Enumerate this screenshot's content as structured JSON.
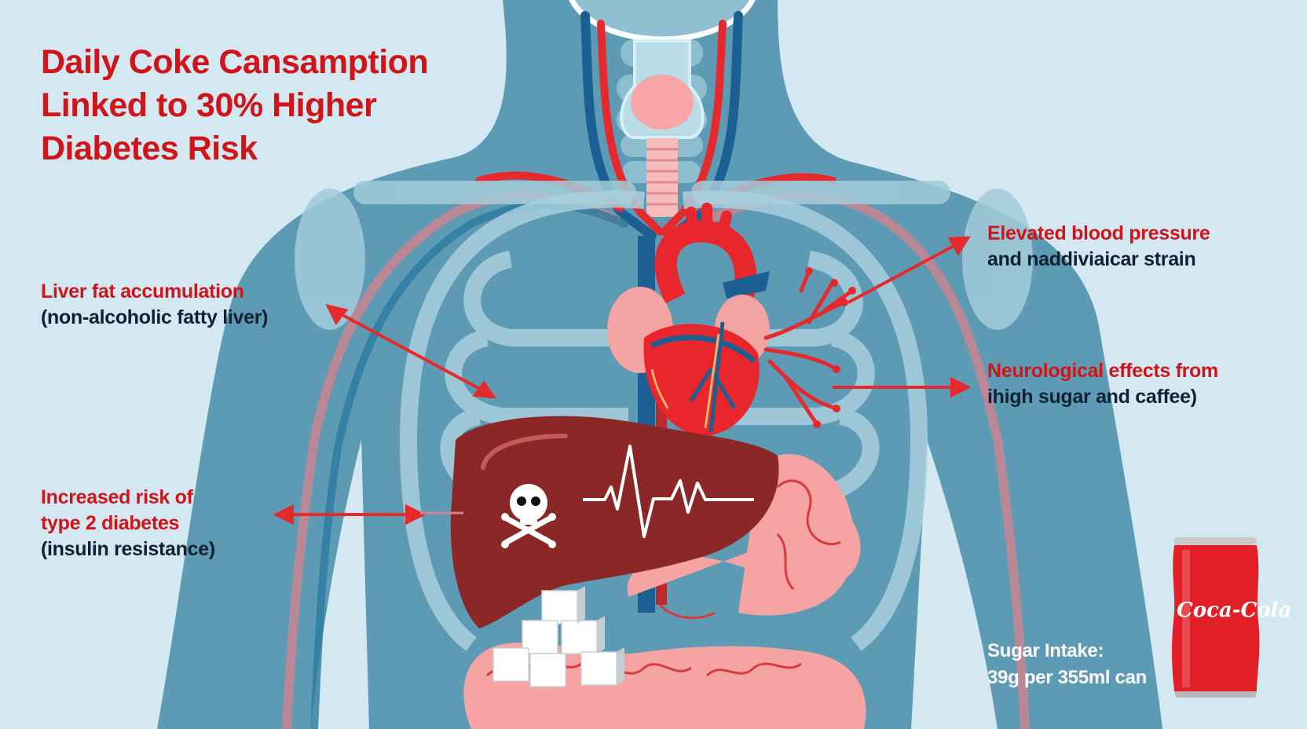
{
  "title": {
    "lines": [
      "Daily Coke Cansamption",
      "Linked to 30% Higher",
      "Diabetes Risk"
    ]
  },
  "callouts": {
    "liver": {
      "heading": "Liver fat accumulation",
      "detail": "(non-alcoholic fatty liver)"
    },
    "diabetes": {
      "heading_line1": "Increased risk of",
      "heading_line2": "type 2 diabetes",
      "detail": "(insulin resistance)"
    },
    "blood_pressure": {
      "heading": "Elevated blood pressure",
      "detail": "and naddiviaicar strain"
    },
    "neurological": {
      "heading": "Neurological effects from",
      "detail": "ihigh sugar and caffee)"
    },
    "sugar_intake": {
      "heading": "Sugar Intake:",
      "detail": "39g per 355ml can"
    }
  },
  "can": {
    "brand": "Coca-Cola"
  },
  "icons": {
    "skull": "skull-crossbones",
    "ecg": "heartbeat-line",
    "sugar": "sugar-cubes"
  },
  "colors": {
    "background": "#d3e8f0",
    "body": "#5d9ab3",
    "bone": "#93c3d4",
    "accent_red": "#d0141a",
    "vein_blue": "#1c5f92",
    "liver": "#8c2727",
    "intestine": "#f5a3a3",
    "heart": "#e8262b"
  }
}
